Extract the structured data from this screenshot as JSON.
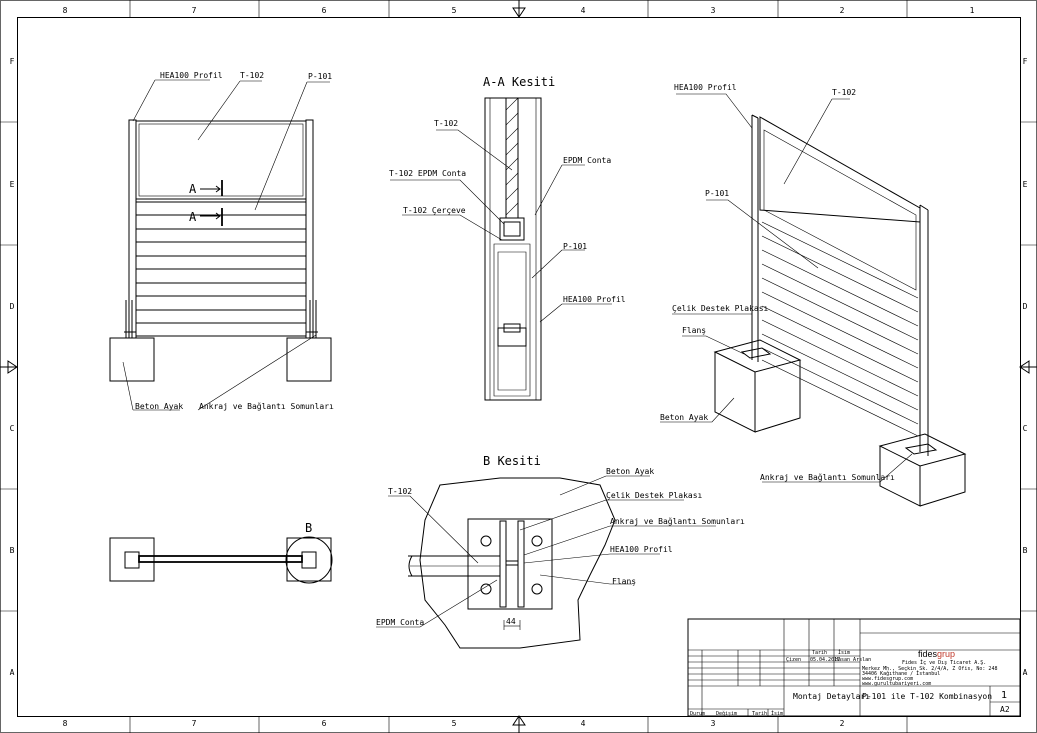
{
  "grid": {
    "columns": [
      "8",
      "7",
      "6",
      "5",
      "4",
      "3",
      "2",
      "1"
    ],
    "rows": [
      "F",
      "E",
      "D",
      "C",
      "B",
      "A"
    ]
  },
  "front_view": {
    "labels": {
      "hea100": "HEA100 Profil",
      "t102": "T-102",
      "p101": "P-101",
      "section_a": "A",
      "beton": "Beton Ayak",
      "ankraj": "Ankraj ve Bağlantı Somunları"
    }
  },
  "plan_view": {
    "detail": "B"
  },
  "section_aa": {
    "title": "A-A Kesiti",
    "labels": {
      "t102": "T-102",
      "t102_epdm": "T-102 EPDM Conta",
      "t102_frame": "T-102 Çerçeve",
      "epdm": "EPDM Conta",
      "p101": "P-101",
      "hea100": "HEA100 Profil"
    }
  },
  "section_b": {
    "title": "B Kesiti",
    "labels": {
      "beton": "Beton Ayak",
      "plate": "Çelik Destek Plakası",
      "ankraj": "Ankraj ve Bağlantı Somunları",
      "hea100": "HEA100 Profil",
      "flans": "Flanş",
      "t102": "T-102",
      "epdm": "EPDM Conta"
    },
    "dimension": "44"
  },
  "iso_view": {
    "labels": {
      "hea100": "HEA100 Profil",
      "t102": "T-102",
      "p101": "P-101",
      "plate": "Çelik Destek Plakası",
      "flans": "Flanş",
      "beton": "Beton Ayak",
      "ankraj": "Ankraj ve Bağlantı Somunları"
    }
  },
  "title_block": {
    "col_tarih": "Tarih",
    "col_isim": "İsim",
    "row_ciz": "Çizen",
    "date": "05.04.2017",
    "name": "Hasan Arslan",
    "company_logo_a": "fides",
    "company_logo_b": "grup",
    "company_name": "Fides İç ve Dış Ticaret A.Ş.",
    "address1": "Merkez Mh., Seçkin Sk. 2/4/A, Z Ofis, No: 248",
    "address2": "34406 Kağıthane / İstanbul",
    "web1": "www.fidesgrup.com",
    "web2": "www.gurultubariyeri.com",
    "drawing_title": "Montaj Detayları",
    "drawing_subtitle": "P-101 ile T-102 Kombinasyon",
    "sheet_no": "1",
    "sheet_size": "A2",
    "rev_durum": "Durum",
    "rev_degisim": "Değişim",
    "rev_tarih": "Tarih",
    "rev_isim": "İsim"
  },
  "colors": {
    "line": "#000000",
    "logo_accent": "#c0392b"
  }
}
